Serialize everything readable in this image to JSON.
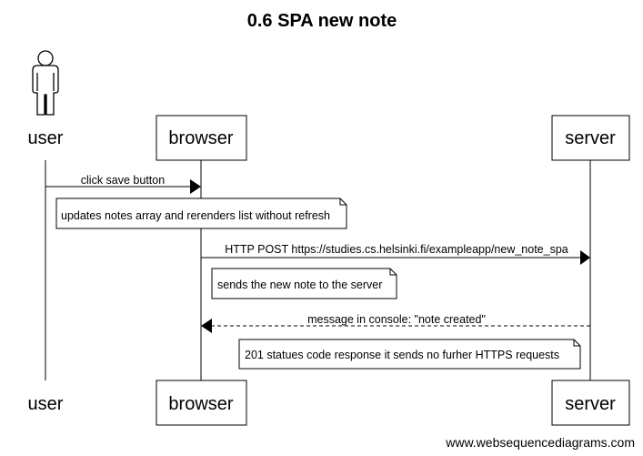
{
  "title": "0.6 SPA new note",
  "participants": {
    "user": "user",
    "browser": "browser",
    "server": "server"
  },
  "messages": [
    {
      "text": "click save button",
      "from": "user",
      "to": "browser",
      "style": "solid"
    },
    {
      "text": "HTTP POST https://studies.cs.helsinki.fi/exampleapp/new_note_spa",
      "from": "browser",
      "to": "server",
      "style": "solid"
    },
    {
      "text": "message in console: \"note created\"",
      "from": "server",
      "to": "browser",
      "style": "dashed"
    }
  ],
  "notes": [
    {
      "text": "updates notes array and rerenders list without refresh"
    },
    {
      "text": "sends the new note to the server"
    },
    {
      "text": "201 statues code response it sends no furher HTTPS requests"
    }
  ],
  "footer": "www.websequencediagrams.com"
}
